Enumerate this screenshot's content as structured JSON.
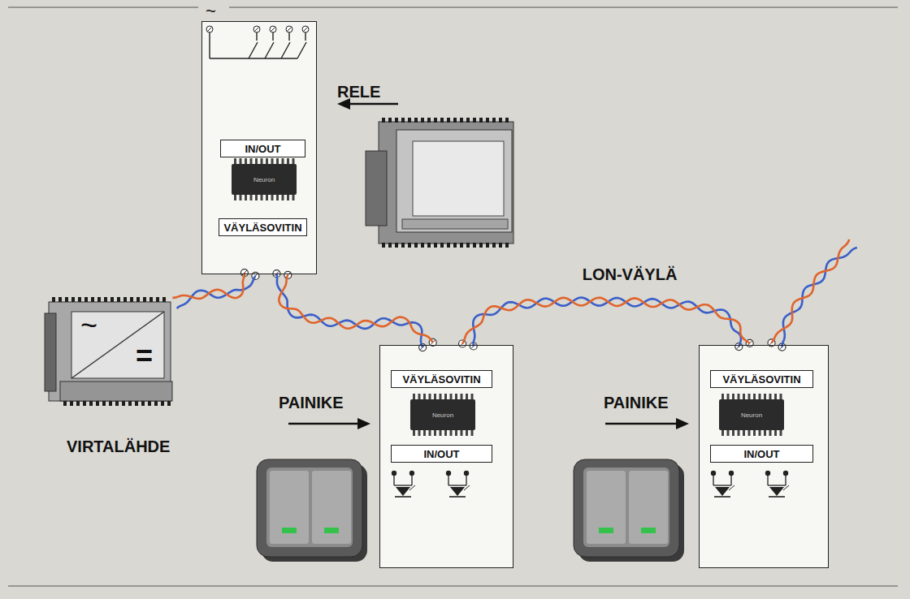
{
  "diagram": {
    "nodes": [
      {
        "text": [
          "~",
          "RELE"
        ]
      },
      {
        "text": [
          "IN/OUT"
        ],
        "in": 0
      },
      {
        "text": [
          "VÄYLÄSOVITIN"
        ],
        "in": 0
      },
      {
        "text": [
          "~",
          "=",
          "VIRTALÄHDE"
        ]
      },
      {
        "text": [
          "PAINIKE"
        ]
      },
      {
        "text": [
          "VÄYLÄSOVITIN"
        ],
        "in": 4
      },
      {
        "text": [
          "IN/OUT"
        ],
        "in": 4
      },
      {
        "text": [
          "PAINIKE"
        ]
      },
      {
        "text": [
          "VÄYLÄSOVITIN"
        ],
        "in": 7
      },
      {
        "text": [
          "IN/OUT"
        ],
        "in": 7
      }
    ],
    "edges": [
      {
        "from": 3,
        "to": 0,
        "arrow": "none"
      },
      {
        "from": 0,
        "to": 4,
        "arrow": "none"
      },
      {
        "from": 4,
        "to": 7,
        "arrow": "none",
        "label": "LON-VÄYLÄ"
      }
    ],
    "labels": [
      "Neuron",
      "Neuron",
      "Neuron"
    ]
  }
}
